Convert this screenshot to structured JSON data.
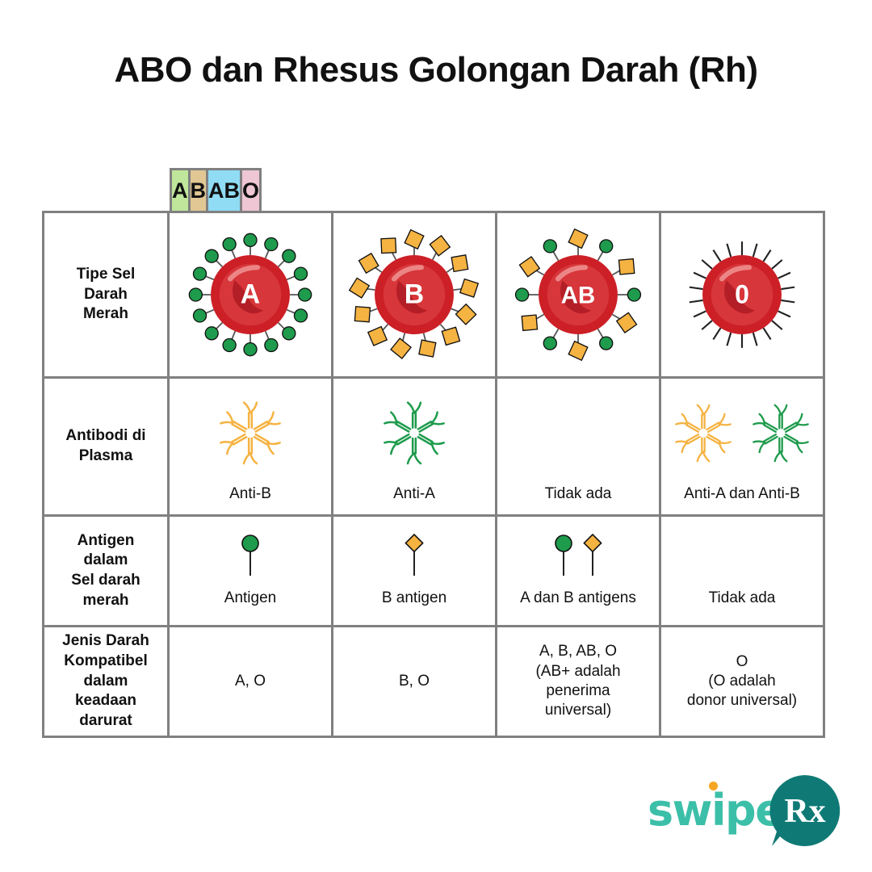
{
  "title": "ABO dan Rhesus Golongan Darah (Rh)",
  "colors": {
    "header_a": "#BFE69A",
    "header_b": "#E1C794",
    "header_ab": "#8FDCF4",
    "header_o": "#EFC6D3",
    "border": "#808080",
    "antigen_green": "#1E9B4C",
    "antigen_orange": "#F5B342",
    "cell_red": "#CC1F26",
    "brand_teal": "#3CBFA8",
    "brand_dark_teal": "#0F7A75",
    "brand_orange": "#F5A623"
  },
  "table": {
    "columns": [
      {
        "label": "A",
        "color": "#BFE69A"
      },
      {
        "label": "B",
        "color": "#E1C794"
      },
      {
        "label": "AB",
        "color": "#8FDCF4"
      },
      {
        "label": "O",
        "color": "#EFC6D3"
      }
    ],
    "rows": [
      {
        "label": "Tipe Sel\nDarah\nMerah",
        "label_lines": [
          "Tipe Sel",
          "Darah",
          "Merah"
        ],
        "cells": [
          {
            "cell_letter": "A",
            "antigens": "green-circles"
          },
          {
            "cell_letter": "B",
            "antigens": "orange-diamonds"
          },
          {
            "cell_letter": "AB",
            "antigens": "green-circles-and-orange-diamonds"
          },
          {
            "cell_letter": "0",
            "antigens": "none"
          }
        ]
      },
      {
        "label": "Antibodi di\nPlasma",
        "label_lines": [
          "Antibodi di",
          "Plasma"
        ],
        "cells": [
          {
            "caption": "Anti-B",
            "art": "orange-antibody-star"
          },
          {
            "caption": "Anti-A",
            "art": "green-antibody-star"
          },
          {
            "caption": "Tidak ada",
            "art": "none"
          },
          {
            "caption": "Anti-A dan Anti-B",
            "art": "orange-and-green-antibody-star"
          }
        ]
      },
      {
        "label": "Antigen\ndalam\nSel darah\nmerah",
        "label_lines": [
          "Antigen",
          "dalam",
          "Sel darah",
          "merah"
        ],
        "cells": [
          {
            "caption": "Antigen",
            "art": "green-circle-antigen"
          },
          {
            "caption": "B antigen",
            "art": "orange-diamond-antigen"
          },
          {
            "caption": "A dan B antigens",
            "art": "green-circle-and-orange-diamond-antigen"
          },
          {
            "caption": "Tidak ada",
            "art": "none"
          }
        ]
      },
      {
        "label": "Jenis Darah\nKompatibel\ndalam\nkeadaan\ndarurat",
        "label_lines": [
          "Jenis Darah",
          "Kompatibel",
          "dalam",
          "keadaan",
          "darurat"
        ],
        "cells": [
          {
            "lines": [
              "A, O"
            ]
          },
          {
            "lines": [
              "B, O"
            ]
          },
          {
            "lines": [
              "A, B, AB, O",
              "(AB+ adalah",
              "penerima",
              "universal)"
            ]
          },
          {
            "lines": [
              "O",
              "(O adalah",
              "donor universal)"
            ]
          }
        ]
      }
    ]
  },
  "logo": {
    "word": "swipe",
    "rx": "Rx"
  }
}
